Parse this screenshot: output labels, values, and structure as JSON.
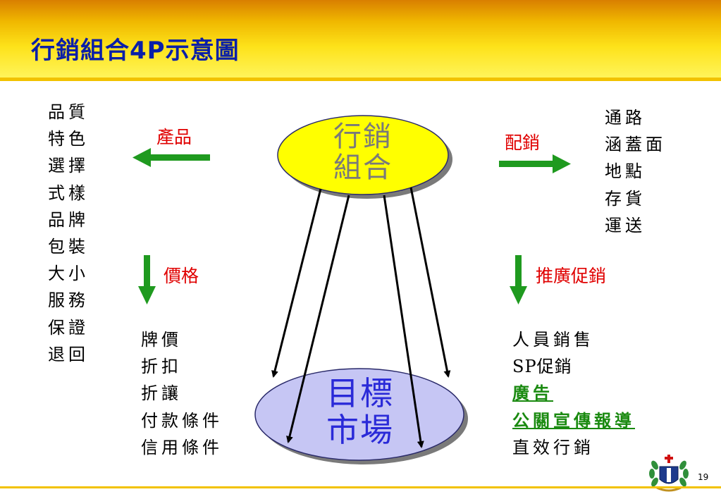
{
  "title": "行銷組合4P示意圖",
  "center": {
    "line1": "行銷",
    "line2": "組合"
  },
  "target": {
    "line1": "目標",
    "line2": "市場"
  },
  "product": {
    "label": "產品",
    "items": [
      "品質",
      "特色",
      "選擇",
      "式樣",
      "品牌",
      "包裝",
      "大小",
      "服務",
      "保證",
      "退回"
    ]
  },
  "place": {
    "label": "配銷",
    "items": [
      "通路",
      "涵蓋面",
      "地點",
      "存貨",
      "運送"
    ]
  },
  "price": {
    "label": "價格",
    "items": [
      "牌價",
      "折扣",
      "折讓",
      "付款條件",
      "信用條件"
    ]
  },
  "promotion": {
    "label": "推廣促銷",
    "items": [
      "人員銷售",
      "SP促銷",
      "廣告",
      "公關宣傳報導",
      "直效行銷"
    ]
  },
  "page_number": "19",
  "colors": {
    "title": "#0a1fa8",
    "label": "#e00000",
    "arrow": "#1f9a1f",
    "highlight": "#1a8a10"
  }
}
